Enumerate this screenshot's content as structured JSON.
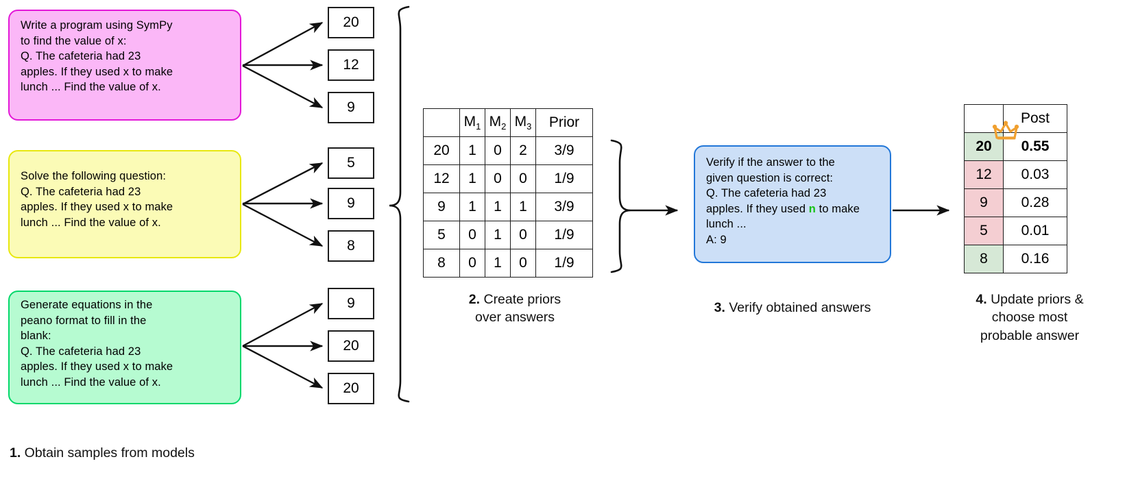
{
  "figure": {
    "title_absent": true
  },
  "stage1": {
    "caption_number": "1.",
    "caption_text": " Obtain samples from models",
    "prompts": [
      {
        "id": "sympy-prompt",
        "color": "#fbb7f7",
        "border": "#e318d8",
        "lines": [
          "Write a program using SymPy",
          "to find the value of x:",
          "Q. The cafeteria had 23",
          "apples. If they used x to make",
          "lunch ... Find the value of x."
        ],
        "answers": [
          "20",
          "12",
          "9"
        ]
      },
      {
        "id": "direct-prompt",
        "color": "#fbfbb6",
        "border": "#e8e80f",
        "lines": [
          "Solve the following question:",
          "Q. The cafeteria had 23",
          "apples. If they used x to make",
          "lunch ... Find the value of x."
        ],
        "answers": [
          "5",
          "9",
          "8"
        ]
      },
      {
        "id": "peano-prompt",
        "color": "#b6fbd1",
        "border": "#05d86b",
        "lines": [
          "Generate equations in the",
          "peano format to fill in the",
          "blank:",
          "Q. The cafeteria had 23",
          "apples. If they used x to make",
          "lunch ... Find the value of x."
        ],
        "answers": [
          "9",
          "20",
          "20"
        ]
      }
    ]
  },
  "stage2": {
    "caption_number": "2.",
    "caption_line1": " Create priors",
    "caption_line2": "over answers",
    "table": {
      "headers": [
        "",
        "M",
        "M",
        "M",
        "Prior"
      ],
      "header_subs": [
        "",
        "1",
        "2",
        "3",
        ""
      ],
      "rows": [
        {
          "answer": "20",
          "m1": "1",
          "m2": "0",
          "m3": "2",
          "prior": "3/9"
        },
        {
          "answer": "12",
          "m1": "1",
          "m2": "0",
          "m3": "0",
          "prior": "1/9"
        },
        {
          "answer": "9",
          "m1": "1",
          "m2": "1",
          "m3": "1",
          "prior": "3/9"
        },
        {
          "answer": "5",
          "m1": "0",
          "m2": "1",
          "m3": "0",
          "prior": "1/9"
        },
        {
          "answer": "8",
          "m1": "0",
          "m2": "1",
          "m3": "0",
          "prior": "1/9"
        }
      ]
    }
  },
  "stage3": {
    "caption_number": "3.",
    "caption_text": " Verify obtained answers",
    "prompt": {
      "id": "verifier-prompt",
      "color": "#ccdff7",
      "border": "#2277d8",
      "line1": "Verify if the answer to the",
      "line2": "given question is correct:",
      "line3": "Q. The cafeteria had 23",
      "line4_pre": "apples. If they used ",
      "line4_hl": "n",
      "line4_post": " to make",
      "line5": "lunch ...",
      "line6": "A: 9"
    }
  },
  "stage4": {
    "caption_number": "4.",
    "caption_line1": " Update priors &",
    "caption_line2": "choose most",
    "caption_line3": "probable answer",
    "crown_icon": "crown-icon",
    "crown_color": "#f0a030",
    "table": {
      "headers": [
        "",
        "Post"
      ],
      "rows": [
        {
          "answer": "20",
          "post": "0.55",
          "tint": "green",
          "best": true
        },
        {
          "answer": "12",
          "post": "0.03",
          "tint": "pink",
          "best": false
        },
        {
          "answer": "9",
          "post": "0.28",
          "tint": "pink",
          "best": false
        },
        {
          "answer": "5",
          "post": "0.01",
          "tint": "pink",
          "best": false
        },
        {
          "answer": "8",
          "post": "0.16",
          "tint": "green",
          "best": false
        }
      ]
    }
  },
  "colors": {
    "line": "#1c1c1c",
    "tint_green": "#d6e8d6",
    "tint_pink": "#f4ced2",
    "highlight_green": "#17c217",
    "crown": "#f0a030"
  }
}
